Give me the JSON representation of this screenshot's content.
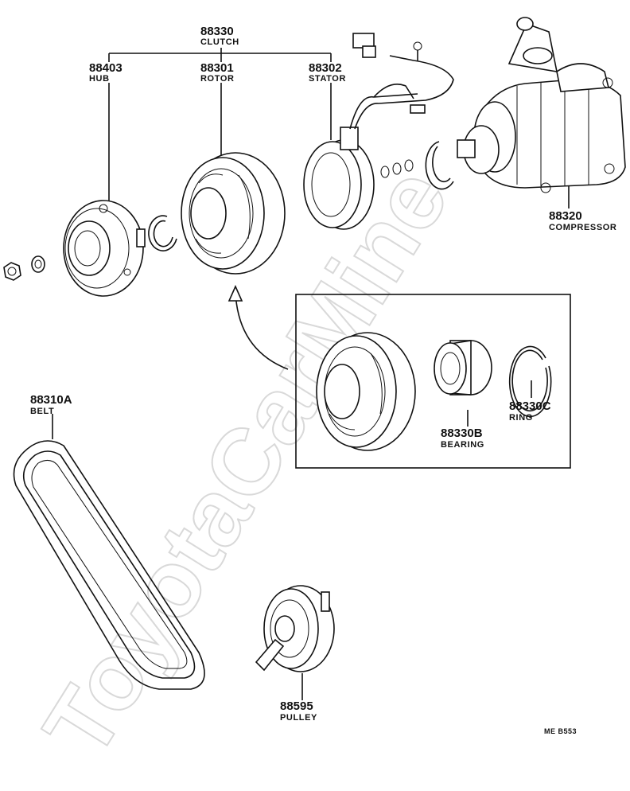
{
  "watermark": "ToyotaCarMine",
  "drawing_code": "ME B553",
  "parts": {
    "clutch": {
      "number": "88330",
      "name": "CLUTCH"
    },
    "hub": {
      "number": "88403",
      "name": "HUB"
    },
    "rotor": {
      "number": "88301",
      "name": "ROTOR"
    },
    "stator": {
      "number": "88302",
      "name": "STATOR"
    },
    "compressor": {
      "number": "88320",
      "name": "COMPRESSOR"
    },
    "belt": {
      "number": "88310A",
      "name": "BELT"
    },
    "bearing": {
      "number": "88330B",
      "name": "BEARING"
    },
    "ring": {
      "number": "88330C",
      "name": "RING"
    },
    "pulley": {
      "number": "88595",
      "name": "PULLEY"
    }
  }
}
